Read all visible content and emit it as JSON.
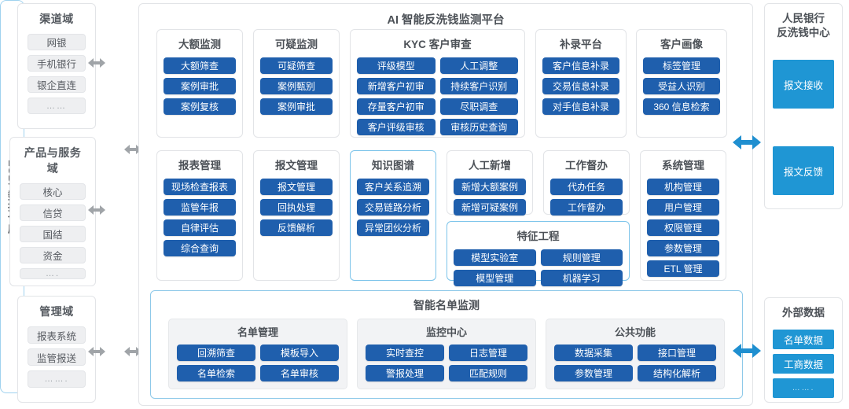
{
  "colors": {
    "blue_button": "#1f5fad",
    "cyan_block": "#1f96d4",
    "panel_border": "#e2e4e7",
    "highlight_border": "#7cc4ea",
    "chip_bg": "#eeeff1",
    "gray_arrow": "#a0a4a8",
    "blue_arrow": "#1f8fd0"
  },
  "left_domains": [
    {
      "title": "渠道域",
      "items": [
        "网银",
        "手机银行",
        "银企直连",
        "……"
      ]
    },
    {
      "title": "产品与服务域",
      "items": [
        "核心",
        "信贷",
        "国结",
        "资金",
        "…."
      ]
    },
    {
      "title": "管理域",
      "items": [
        "报表系统",
        "监管报送",
        "……."
      ]
    }
  ],
  "esb": {
    "label": "ESB/ 数据仓库"
  },
  "main": {
    "title": "AI 智能反洗钱监测平台",
    "row1": [
      {
        "title": "大额监测",
        "highlight": false,
        "cols": 1,
        "buttons": [
          "大额筛查",
          "案例审批",
          "案例复核"
        ]
      },
      {
        "title": "可疑监测",
        "highlight": false,
        "cols": 1,
        "buttons": [
          "可疑筛查",
          "案例甄别",
          "案例审批"
        ]
      },
      {
        "title": "KYC 客户审查",
        "highlight": false,
        "cols": 2,
        "buttons": [
          "评级模型",
          "人工调整",
          "新增客户初审",
          "持续客户识别",
          "存量客户初审",
          "尽职调查",
          "客户评级审核",
          "审核历史查询"
        ]
      },
      {
        "title": "补录平台",
        "highlight": false,
        "cols": 1,
        "buttons": [
          "客户信息补录",
          "交易信息补录",
          "对手信息补录"
        ]
      },
      {
        "title": "客户画像",
        "highlight": false,
        "cols": 1,
        "buttons": [
          "标签管理",
          "受益人识别",
          "360 信息检索"
        ]
      }
    ],
    "row2": [
      {
        "title": "报表管理",
        "highlight": false,
        "cols": 1,
        "buttons": [
          "现场检查报表",
          "监管年报",
          "自律评估",
          "综合查询"
        ]
      },
      {
        "title": "报文管理",
        "highlight": false,
        "cols": 1,
        "buttons": [
          "报文管理",
          "回执处理",
          "反馈解析"
        ]
      },
      {
        "title": "知识图谱",
        "highlight": true,
        "cols": 1,
        "buttons": [
          "客户关系追溯",
          "交易链路分析",
          "异常团伙分析"
        ]
      },
      {
        "title": "人工新增",
        "highlight": false,
        "cols": 1,
        "buttons": [
          "新增大额案例",
          "新增可疑案例"
        ]
      },
      {
        "title": "工作督办",
        "highlight": false,
        "cols": 1,
        "buttons": [
          "代办任务",
          "工作督办"
        ]
      },
      {
        "title": "系统管理",
        "highlight": false,
        "cols": 1,
        "buttons": [
          "机构管理",
          "用户管理",
          "权限管理",
          "参数管理",
          "ETL 管理"
        ]
      },
      {
        "title": "特征工程",
        "highlight": true,
        "cols": 2,
        "buttons": [
          "模型实验室",
          "规则管理",
          "模型管理",
          "机器学习"
        ]
      }
    ],
    "list_section": {
      "title": "智能名单监测",
      "cards": [
        {
          "title": "名单管理",
          "buttons": [
            "回溯筛查",
            "模板导入",
            "名单检索",
            "名单审核"
          ]
        },
        {
          "title": "监控中心",
          "buttons": [
            "实时查控",
            "日志管理",
            "警报处理",
            "匹配规则"
          ]
        },
        {
          "title": "公共功能",
          "buttons": [
            "数据采集",
            "接口管理",
            "参数管理",
            "结构化解析"
          ]
        }
      ]
    }
  },
  "right_panels": [
    {
      "title_lines": [
        "人民银行",
        "反洗钱中心"
      ],
      "blocks": [
        "报文接收",
        "报文反馈"
      ]
    },
    {
      "title_lines": [
        "外部数据"
      ],
      "blocks": [
        "名单数据",
        "工商数据",
        "……."
      ]
    }
  ]
}
